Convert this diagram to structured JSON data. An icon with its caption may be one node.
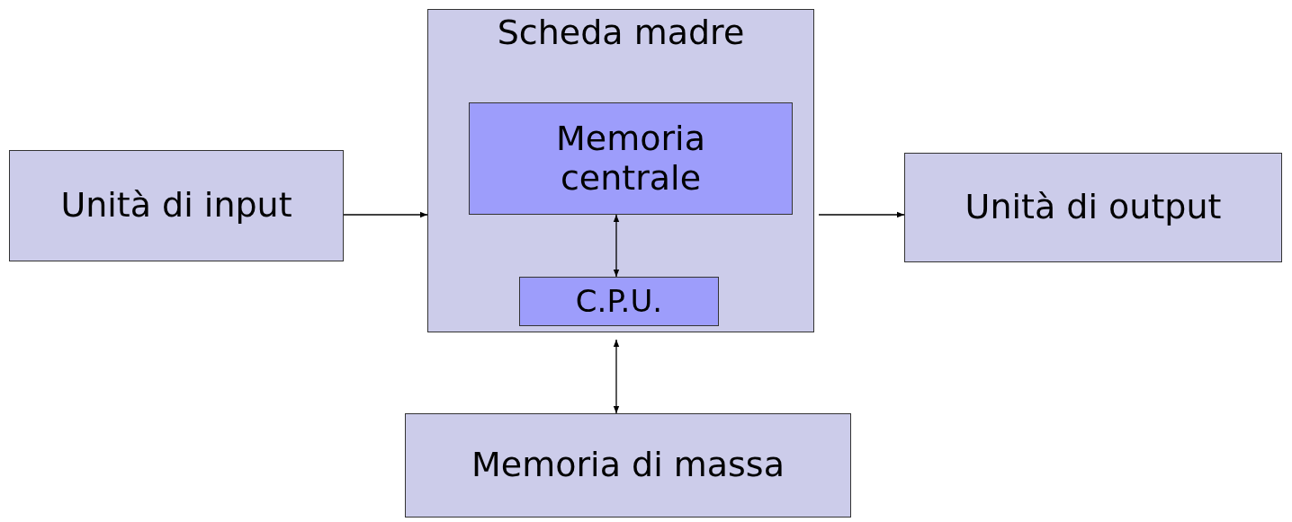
{
  "diagram": {
    "nodes": [
      {
        "text": [
          "Unità di input"
        ]
      },
      {
        "text": [
          "Scheda madre"
        ]
      },
      {
        "text": [
          "Memoria centrale"
        ],
        "in": 1
      },
      {
        "text": [
          "C.P.U."
        ],
        "in": 1
      },
      {
        "text": [
          "Unità di output"
        ]
      },
      {
        "text": [
          "Memoria di massa"
        ]
      }
    ],
    "edges": [
      {
        "from": 0,
        "to": 1,
        "arrow": "to"
      },
      {
        "from": 1,
        "to": 4,
        "arrow": "to"
      },
      {
        "from": 2,
        "to": 3,
        "arrow": "both"
      },
      {
        "from": 1,
        "to": 5,
        "arrow": "both"
      }
    ]
  }
}
